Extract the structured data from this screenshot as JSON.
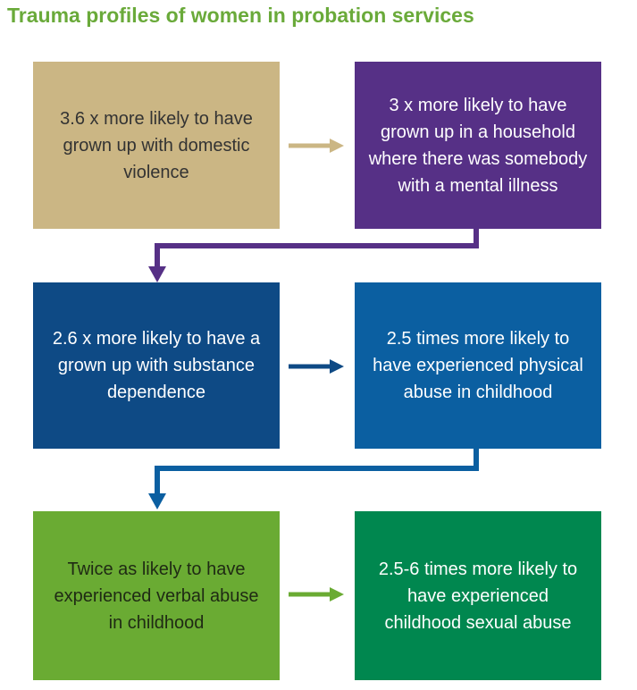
{
  "title": "Trauma profiles of women in probation services",
  "boxes": [
    {
      "id": "b1",
      "text": "3.6 x more likely to have grown up with domestic violence",
      "color": "#cbb684"
    },
    {
      "id": "b2",
      "text": "3 x more likely to have grown up in a household where there was somebody with a mental illness",
      "color": "#563086"
    },
    {
      "id": "b3",
      "text": "2.6 x more likely to have a grown up with substance dependence",
      "color": "#0e4a85"
    },
    {
      "id": "b4",
      "text": "2.5 times more likely to have experienced physical abuse in childhood",
      "color": "#0b5fa1"
    },
    {
      "id": "b5",
      "text": "Twice as likely to have experienced verbal abuse in childhood",
      "color": "#6aab33"
    },
    {
      "id": "b6",
      "text": "2.5-6 times more likely to have experienced childhood sexual abuse",
      "color": "#00874f"
    }
  ],
  "flow": [
    {
      "from": "b1",
      "to": "b2",
      "color": "#cbb684"
    },
    {
      "from": "b2",
      "to": "b3",
      "color": "#563086"
    },
    {
      "from": "b3",
      "to": "b4",
      "color": "#0e4a85"
    },
    {
      "from": "b4",
      "to": "b5",
      "color": "#0b5fa1"
    },
    {
      "from": "b5",
      "to": "b6",
      "color": "#6aab33"
    }
  ]
}
